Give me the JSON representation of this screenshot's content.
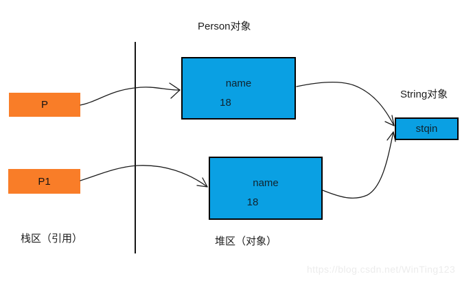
{
  "titles": {
    "person": "Person对象",
    "string": "String对象"
  },
  "stack": {
    "label": "栈区（引用）",
    "p_label": "P",
    "p1_label": "P1"
  },
  "heap": {
    "label": "堆区（对象）",
    "person1": {
      "name": "name",
      "age": "18"
    },
    "person2": {
      "name": "name",
      "age": "18"
    }
  },
  "string_object": {
    "value": "stqin"
  },
  "watermark": "https://blog.csdn.net/WinTing123",
  "colors": {
    "orange": "#F97D28",
    "blue": "#0AA0E3",
    "line": "#1a1a1a",
    "watermark": "#ececec"
  }
}
